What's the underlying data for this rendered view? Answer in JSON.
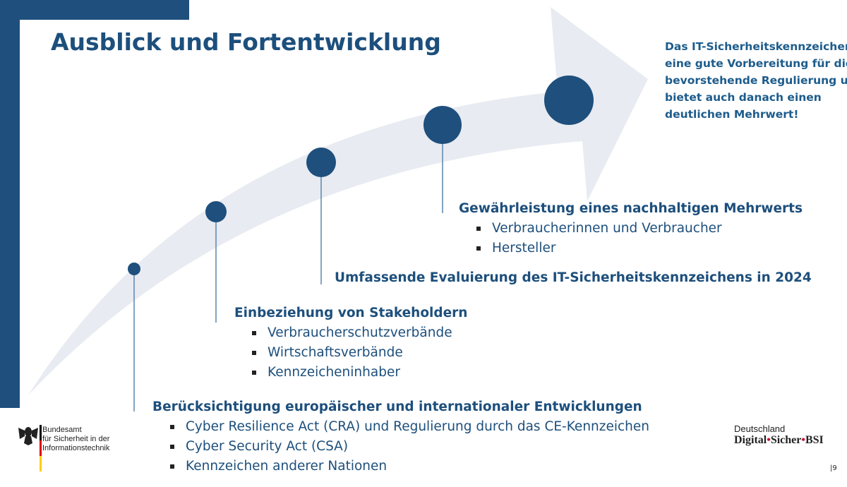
{
  "slide": {
    "title": "Ausblick und Fortentwicklung",
    "callout": [
      "Das IT-Sicherheitskennzeichen",
      "eine gute Vorbereitung für die",
      "bevorstehende Regulierung und",
      "bietet auch danach einen",
      "deutlichen Mehrwert!"
    ],
    "milestones": [
      {
        "heading": "Berücksichtigung europäischer und internationaler Entwicklungen",
        "items": [
          "Cyber Resilience Act (CRA) und Regulierung durch das CE-Kennzeichen",
          "Cyber Security Act (CSA)",
          "Kennzeichen anderer Nationen"
        ]
      },
      {
        "heading": "Einbeziehung von Stakeholdern",
        "items": [
          "Verbraucherschutzverbände",
          "Wirtschaftsverbände",
          "Kennzeicheninhaber"
        ]
      },
      {
        "heading": "Umfassende Evaluierung des IT-Sicherheitskennzeichens in 2024",
        "items": []
      },
      {
        "heading": "Gewährleistung eines nachhaltigen Mehrwerts",
        "items": [
          "Verbraucherinnen und Verbraucher",
          "Hersteller"
        ]
      }
    ],
    "footer": {
      "logo_lines": [
        "Bundesamt",
        "für Sicherheit in der",
        "Informationstechnik"
      ],
      "brand_top": "Deutschland",
      "brand_parts": [
        "Digital",
        "Sicher",
        "BSI"
      ],
      "page_number": "9"
    },
    "colors": {
      "primary": "#1e4f7d",
      "arrow": "#e8ebf1",
      "flag_black": "#000000",
      "flag_red": "#dd0000",
      "flag_gold": "#ffce00"
    }
  }
}
